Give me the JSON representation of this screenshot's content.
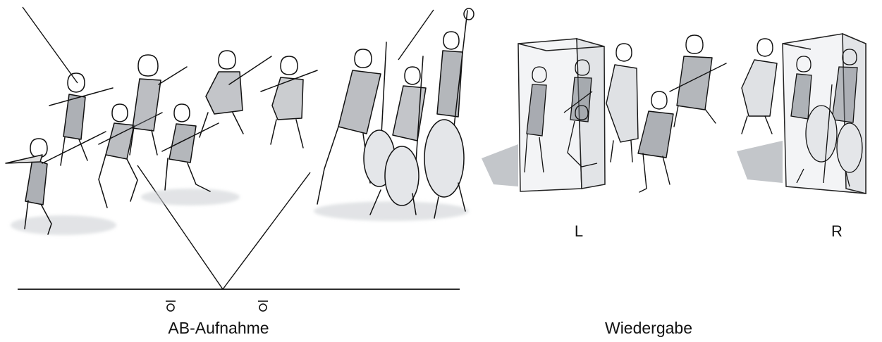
{
  "left_panel": {
    "caption": "AB-Aufnahme"
  },
  "right_panel": {
    "caption": "Wiedergabe",
    "speaker_left_label": "L",
    "speaker_right_label": "R"
  },
  "colors": {
    "ink": "#111111",
    "wash": "#6a6f78",
    "shadow": "#b9bcc1",
    "box_edge": "#222222"
  }
}
